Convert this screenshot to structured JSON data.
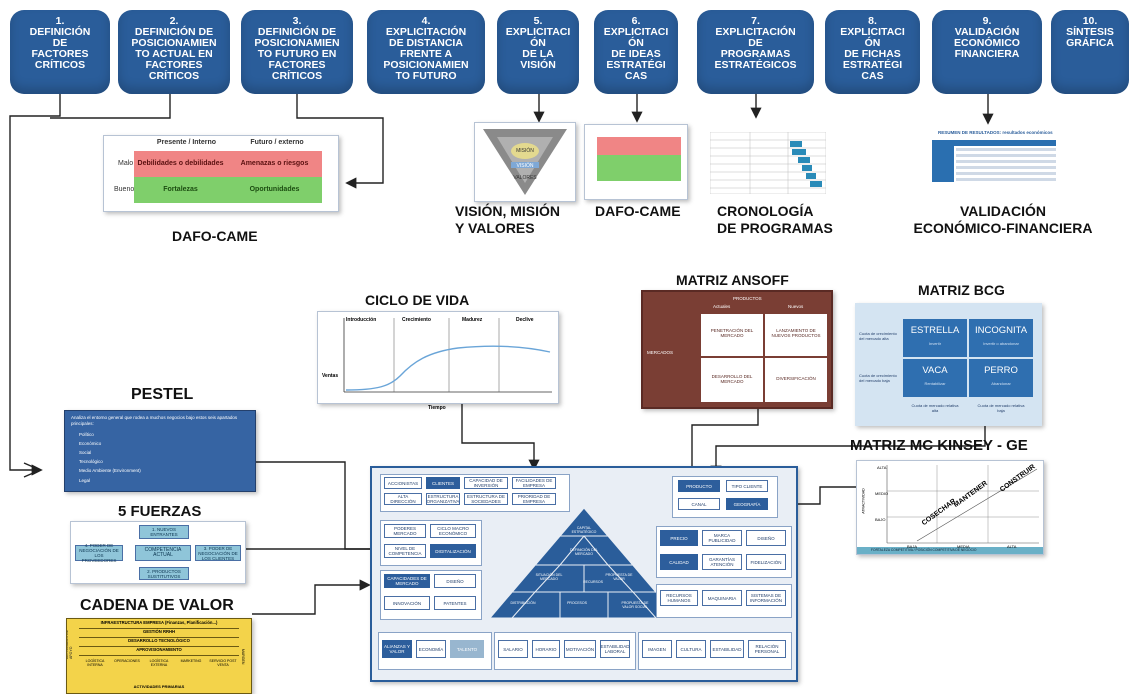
{
  "steps": [
    {
      "num": "1.",
      "text": "DEFINICIÓN\nDE\nFACTORES\nCRÍTICOS"
    },
    {
      "num": "2.",
      "text": "DEFINICIÓN DE\nPOSICIONAMIEN\nTO ACTUAL EN\nFACTORES\nCRÍTICOS"
    },
    {
      "num": "3.",
      "text": "DEFINICIÓN DE\nPOSICIONAMIEN\nTO FUTURO EN\nFACTORES\nCRÍTICOS"
    },
    {
      "num": "4.",
      "text": "EXPLICITACIÓN\nDE DISTANCIA\nFRENTE A\nPOSICIONAMIEN\nTO FUTURO"
    },
    {
      "num": "5.",
      "text": "EXPLICITACI\nÓN\nDE LA\nVISIÓN"
    },
    {
      "num": "6.",
      "text": "EXPLICITACI\nÓN\nDE IDEAS\nESTRATÉGI\nCAS"
    },
    {
      "num": "7.",
      "text": "EXPLICITACIÓN\nDE\nPROGRAMAS\nESTRATÉGICOS"
    },
    {
      "num": "8.",
      "text": "EXPLICITACI\nÓN\nDE FICHAS\nESTRATÉGI\nCAS"
    },
    {
      "num": "9.",
      "text": "VALIDACIÓN\nECONÓMICO\nFINANCIERA"
    },
    {
      "num": "10.",
      "text": "SÍNTESIS\nGRÁFICA"
    }
  ],
  "labels": {
    "dafo_came": "DAFO-CAME",
    "vision": "VISIÓN, MISIÓN\n Y VALORES",
    "dafo_came2": "DAFO-CAME",
    "cronologia": "CRONOLOGÍA\nDE PROGRAMAS",
    "validacion": "VALIDACIÓN\nECONÓMICO-FINANCIERA",
    "ciclo_vida": "CICLO DE VIDA",
    "ansoff": "MATRIZ ANSOFF",
    "bcg": "MATRIZ BCG",
    "pestel": "PESTEL",
    "mckinsey": "MATRIZ MC KINSEY - GE",
    "fuerzas": "5 FUERZAS",
    "cadena": "CADENA DE VALOR"
  },
  "dafo": {
    "header_left": "Presente / Interno",
    "header_right": "Futuro / externo",
    "row1_left": "Debilidades o debilidades",
    "row1_right": "Amenazas o riesgos",
    "row2_left": "Fortalezas",
    "row2_right": "Oportunidades",
    "side1": "Malo",
    "side2": "Bueno"
  },
  "ciclo": {
    "phases": [
      "Introducción",
      "Crecimiento",
      "Madurez",
      "Declive"
    ],
    "ylabel": "Ventas",
    "xlabel": "Tiempo"
  },
  "ansoff": {
    "productos": "PRODUCTOS",
    "actuales": "Actuales",
    "nuevos": "Nuevos",
    "mercados": "MERCADOS",
    "cells": [
      "PENETRACIÓN DEL MERCADO",
      "LANZAMIENTO DE NUEVOS PRODUCTOS",
      "DESARROLLO DEL MERCADO",
      "DIVERSIFICACIÓN"
    ]
  },
  "bcg": {
    "cells": [
      {
        "title": "ESTRELLA",
        "sub": "Invertir"
      },
      {
        "title": "INCOGNITA",
        "sub": "Invertir o abandonar"
      },
      {
        "title": "VACA",
        "sub": "Rentabilizar"
      },
      {
        "title": "PERRO",
        "sub": "Abandonar"
      }
    ],
    "row1": "Cuota de crecimiento del mercado alta",
    "row2": "Cuota de crecimiento del mercado baja",
    "col1": "Cuota de mercado relativa alta",
    "col2": "Cuota de mercado relativa baja"
  },
  "pestel": {
    "intro": "Analiza el entorno general que rodea a muchos negocios bajo estos seis apartados principales:",
    "items": [
      "Político",
      "Económico",
      "Social",
      "Tecnológico",
      "Medio Ambiente (Environment)",
      "Legal"
    ]
  },
  "mckinsey": {
    "y_levels": [
      "ALTA",
      "MEDIO",
      "BAJO"
    ],
    "x_levels": [
      "BAJA",
      "MEDIA",
      "ALTA"
    ],
    "zones": [
      "CONSTRUIR",
      "MANTENER",
      "COSECHAR"
    ],
    "ylabel": "ATRACTIVIDAD",
    "xlabel": "FORTALEZA COMPETITIVA / POSICIÓN COMPETITIVA DE NEGOCIO"
  },
  "fuerzas": {
    "top": "1. NUEVOS ENTRANTES",
    "left": "4. PODER DE NEGOCIACIÓN DE LOS PROVEEDORES",
    "center": "COMPETENCIA ACTUAL",
    "right": "3. PODER DE NEGOCIACIÓN DE LOS CLIENTES",
    "bottom": "2. PRODUCTOS SUSTITUTIVOS"
  },
  "cadena": {
    "rows": [
      "INFRAESTRUCTURA EMPRESA (Finanzas, Planificación...)",
      "GESTIÓN RRHH",
      "DESARROLLO TECNOLÓGICO",
      "APROVISIONAMIENTO"
    ],
    "side": "ACTIVIDADES DE APOYO",
    "cols": [
      "LOGÍSTICA INTERNA",
      "OPERACIONES",
      "LOGÍSTICA EXTERNA",
      "MARKETING",
      "SERVICIO POST VENTA"
    ],
    "margen": "MARGEN",
    "bottom": "ACTIVIDADES PRIMARIAS"
  },
  "vmv": {
    "mision": "MISIÓN",
    "vision": "VISIÓN",
    "valores": "VALORES"
  },
  "validacion_sheet": {
    "title": "RESUMEN DE RESULTADOS: resultados económicos"
  },
  "sintesis": {
    "top_boxes": [
      "ACCIONISTAS",
      "CLIENTES",
      "CAPACIDAD DE INVERSIÓN",
      "FACILIDADES DE EMPRESA"
    ],
    "row2": [
      "ALTA DIRECCIÓN",
      "ESTRUCTURA ORGANIZATIVA",
      "ESTRUCTURA DE SOCIEDADES",
      "PRIORIDAD DE EMPRESA"
    ],
    "left_mid": [
      "PODERES MERCADO",
      "CICLO MACRO ECONÓMICO",
      "NIVEL DE COMPETENCIA",
      "DIGITALIZACIÓN"
    ],
    "left_low": [
      "CAPACIDADES DE MERCADO",
      "DISEÑO",
      "INNOVACIÓN",
      "PATENTES"
    ],
    "pyramid": [
      "CAPITAL ESTRATÉGICO",
      "DEFINICIÓN DEL MERCADO",
      "SITUACIÓN DEL MERCADO",
      "PROPUESTA DE VALOR",
      "DISTRIBUCIÓN",
      "PROCESOS",
      "RECURSOS",
      "PROPUESTA DE VALOR SOCIAL"
    ],
    "right_top": [
      "PRODUCTO",
      "TIPO CLIENTE",
      "CANAL",
      "GEOGRAFÍA"
    ],
    "right_mid": [
      "PRECIO",
      "MARCA PUBLICIDAD",
      "DISEÑO",
      "CALIDAD",
      "GARANTÍAS ATENCIÓN",
      "FIDELIZACIÓN"
    ],
    "right_low": [
      "RECURSOS HUMANOS",
      "MAQUINARIA",
      "SISTEMAS DE INFORMACIÓN"
    ],
    "bottom": [
      "ALIANZAS Y VALOR",
      "ECONOMÍA",
      "TALENTO",
      "SALARIO",
      "HORARIO",
      "MOTIVACIÓN",
      "ESTABILIDAD LABORAL",
      "IMAGEN",
      "CULTURA",
      "ESTABILIDAD",
      "RELACIÓN PERSONAL"
    ]
  }
}
